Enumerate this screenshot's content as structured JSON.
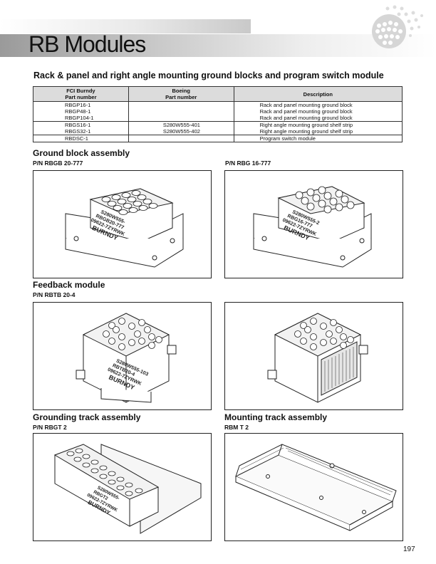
{
  "page": {
    "title": "RB Modules",
    "number": "197"
  },
  "table_section": {
    "heading": "Rack & panel and right angle mounting ground blocks and program switch module",
    "headers": {
      "fci": "FCI Burndy Part number",
      "boeing": "Boeing Part number",
      "description": "Description"
    },
    "groups": [
      {
        "fci": [
          "RBGP16-1",
          "RBGP48-1",
          "RBGP104-1"
        ],
        "boeing": [],
        "description": [
          "Rack and panel mounting ground block",
          "Rack and panel mounting ground block",
          "Rack and panel mounting ground block"
        ]
      },
      {
        "fci": [
          "RBGS16-1",
          "RBGS32-1"
        ],
        "boeing": [
          "S280W555-401",
          "S280W555-402"
        ],
        "description": [
          "Right angle mounting ground shelf strip",
          "Right angle mounting ground shelf strip"
        ]
      },
      {
        "fci": [
          "RBDSC-1"
        ],
        "boeing": [],
        "description": [
          "Program switch module"
        ]
      }
    ]
  },
  "figures": {
    "ground_block": {
      "title": "Ground block assembly",
      "pn_left": "P/N RBGB 20-777",
      "pn_right": "P/N RBG 16-777",
      "marking_left": [
        "S280W555-",
        "RBGB20-777",
        "09622-7ZYRWK"
      ],
      "marking_right": [
        "S280W555-2",
        "RBG16-777",
        "09622-7ZYRWK"
      ],
      "brand": "BURNDY"
    },
    "feedback": {
      "title": "Feedback module",
      "pn": "P/N RBTB 20-4",
      "marking": [
        "S280W555-103",
        "RBTB20-4",
        "09622-7ZYRWK"
      ],
      "brand": "BURNDY"
    },
    "grounding_track": {
      "title": "Grounding track assembly",
      "pn": "P/N RBGT 2",
      "marking": [
        "S280W555-",
        "RBGT2",
        "09622-7ZYRWK"
      ],
      "brand": "BURNDY"
    },
    "mounting_track": {
      "title": "Mounting track assembly",
      "pn": "RBM T 2"
    }
  }
}
